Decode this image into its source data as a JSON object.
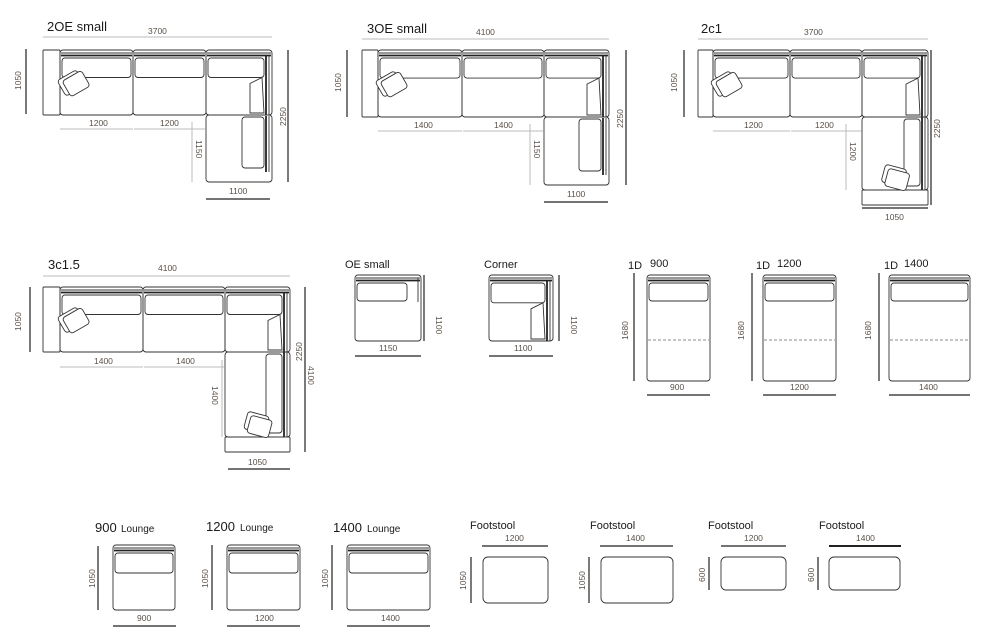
{
  "modules": [
    {
      "title": "2OE small",
      "dims": [
        "3700",
        "1050",
        "1200",
        "1200",
        "1150",
        "1100",
        "2250"
      ]
    },
    {
      "title": "3OE small",
      "dims": [
        "4100",
        "1050",
        "1400",
        "1400",
        "1150",
        "1100",
        "2250"
      ]
    },
    {
      "title": "2c1",
      "dims": [
        "3700",
        "1050",
        "1200",
        "1200",
        "1200",
        "1050",
        "2250"
      ]
    },
    {
      "title": "3c1.5",
      "dims": [
        "4100",
        "1050",
        "1400",
        "1400",
        "1400",
        "1050",
        "2250",
        "4100"
      ]
    },
    {
      "title": "OE  small",
      "dims": [
        "1100",
        "1150"
      ]
    },
    {
      "title": "Corner",
      "dims": [
        "1100",
        "1100"
      ]
    },
    {
      "title_a": "1D",
      "title_b": "900",
      "dims": [
        "1680",
        "900"
      ]
    },
    {
      "title_a": "1D",
      "title_b": "1200",
      "dims": [
        "1680",
        "1200"
      ]
    },
    {
      "title_a": "1D",
      "title_b": "1400",
      "dims": [
        "1680",
        "1400"
      ]
    },
    {
      "title_a": "900",
      "title_b": "Lounge",
      "dims": [
        "1050",
        "900"
      ]
    },
    {
      "title_a": "1200",
      "title_b": "Lounge",
      "dims": [
        "1050",
        "1200"
      ]
    },
    {
      "title_a": "1400",
      "title_b": "Lounge",
      "dims": [
        "1050",
        "1400"
      ]
    },
    {
      "title": "Footstool",
      "dims": [
        "1200",
        "1050"
      ]
    },
    {
      "title": "Footstool",
      "dims": [
        "1400",
        "1050"
      ]
    },
    {
      "title": "Footstool",
      "dims": [
        "1200",
        "600"
      ]
    },
    {
      "title": "Footstool",
      "dims": [
        "1400",
        "600"
      ]
    }
  ]
}
